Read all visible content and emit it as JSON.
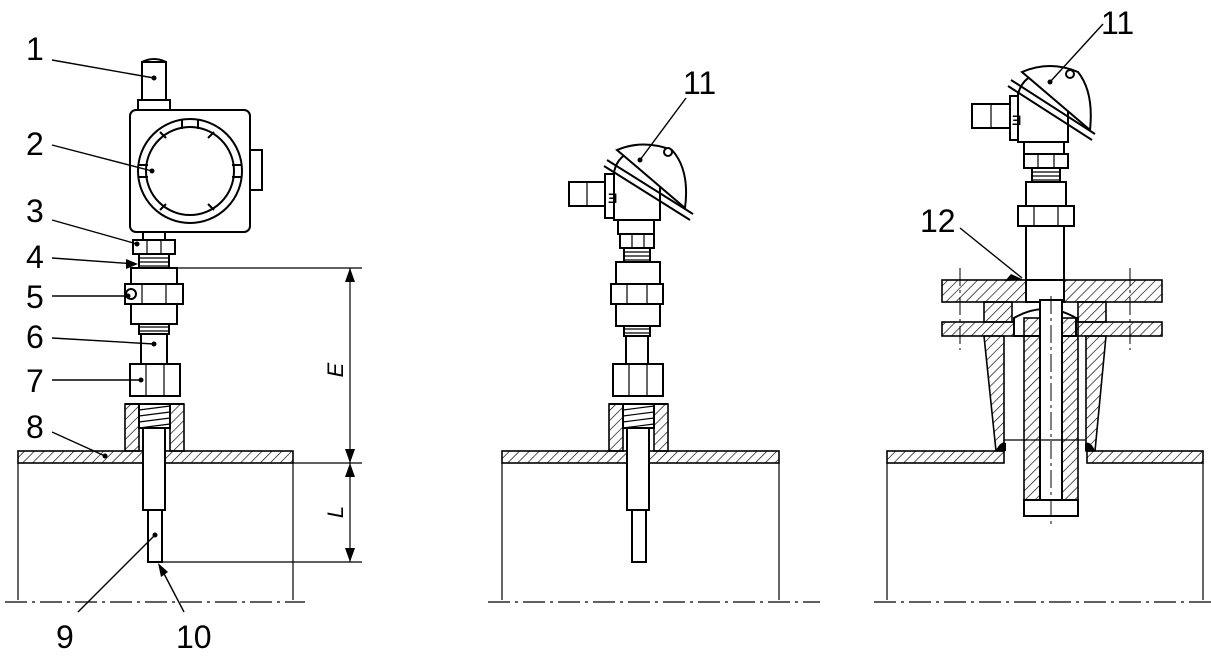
{
  "labels": {
    "l1": "1",
    "l2": "2",
    "l3": "3",
    "l4": "4",
    "l5": "5",
    "l6": "6",
    "l7": "7",
    "l8": "8",
    "l9": "9",
    "l10": "10",
    "l11a": "11",
    "l11b": "11",
    "l12": "12"
  },
  "dimensions": {
    "e": "E",
    "l": "L"
  },
  "ground_glyph": "Ǝ"
}
